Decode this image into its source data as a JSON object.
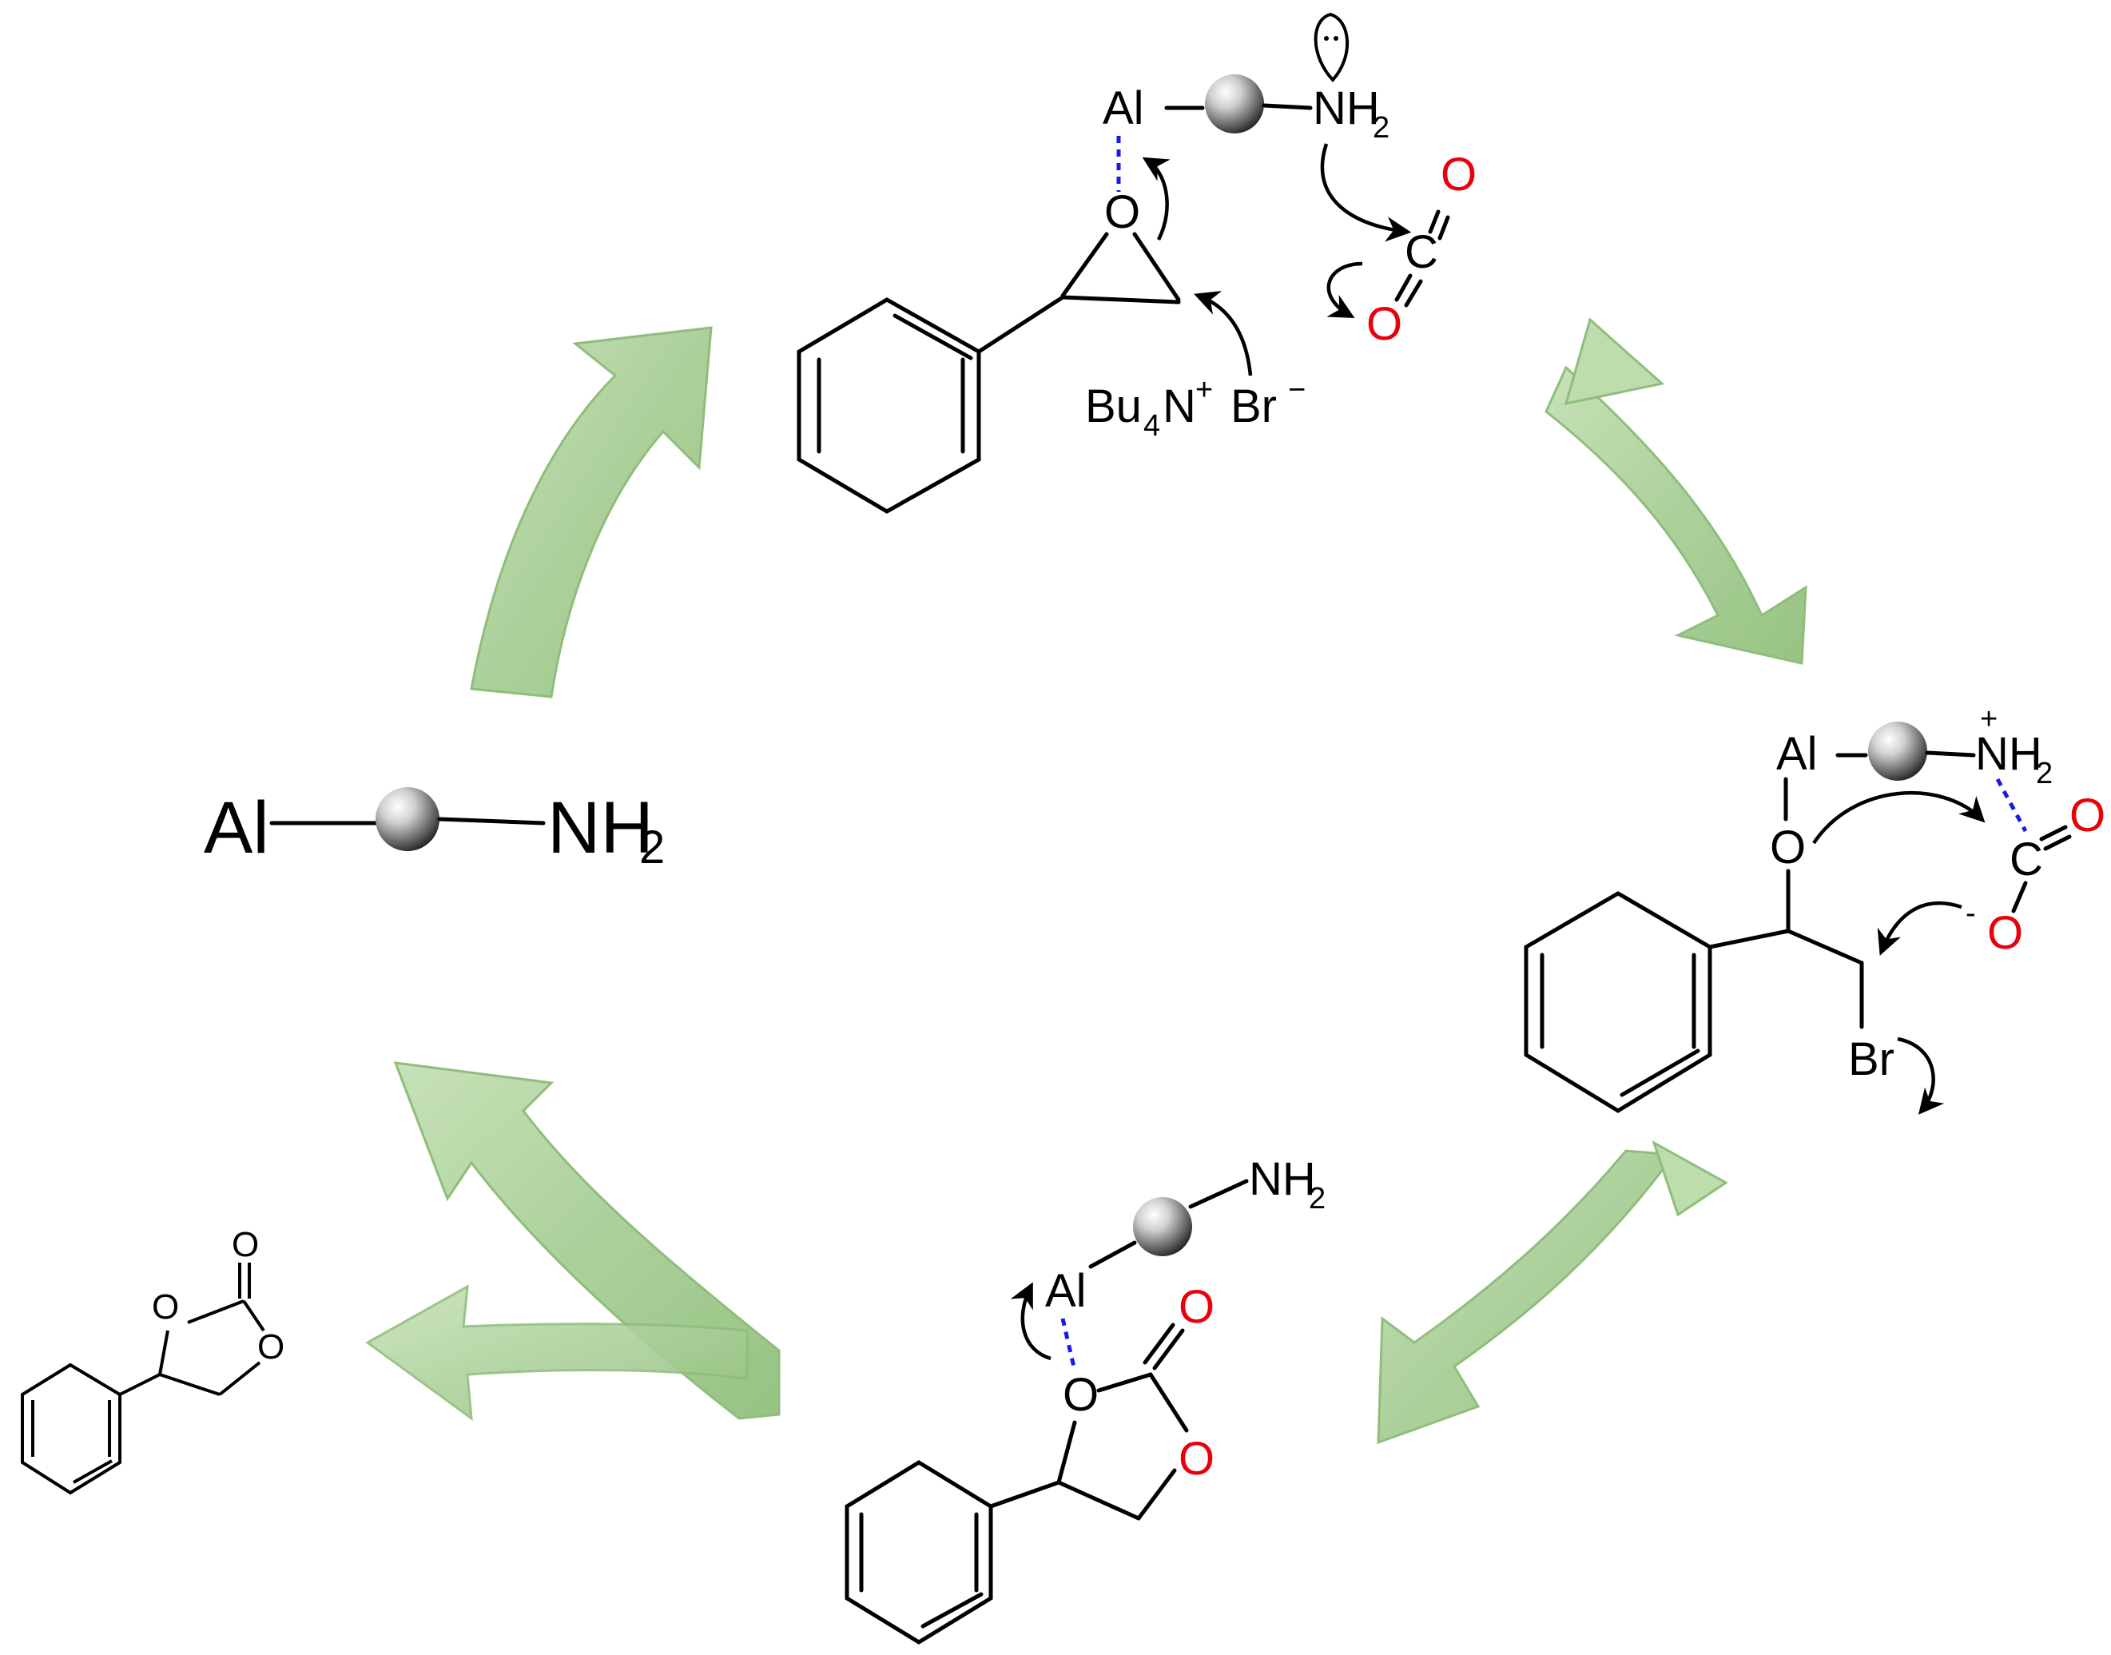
{
  "catalyst": {
    "al": "Al",
    "nh2": "NH",
    "sub2": "2"
  },
  "step1": {
    "al": "Al",
    "nh2": "NH",
    "sub2": "2",
    "epoxide_o": "O",
    "co2_c": "C",
    "co2_o1": "O",
    "co2_o2": "O",
    "tbab": {
      "bu": "Bu",
      "sub4": "4",
      "n": "N",
      "plus": "+",
      "br": "Br",
      "minus": "−"
    }
  },
  "step2": {
    "al": "Al",
    "nh2": "NH",
    "sub2": "2",
    "plus": "+",
    "alkoxide_o": "O",
    "c": "C",
    "o_top": "O",
    "o_minus": "O",
    "minus": "-",
    "br": "Br"
  },
  "step3": {
    "nh2": "NH",
    "sub2": "2",
    "al": "Al",
    "ring_o1": "O",
    "ring_o2": "O",
    "carbonyl_o": "O"
  },
  "product": {
    "ring_o1": "O",
    "ring_o2": "O",
    "carbonyl_o": "O"
  },
  "colors": {
    "arrow_fill": "#a9cf97",
    "arrow_edge": "#7fb36a",
    "heteroatom": "#e8000b",
    "hbond": "#1a1ae6"
  }
}
